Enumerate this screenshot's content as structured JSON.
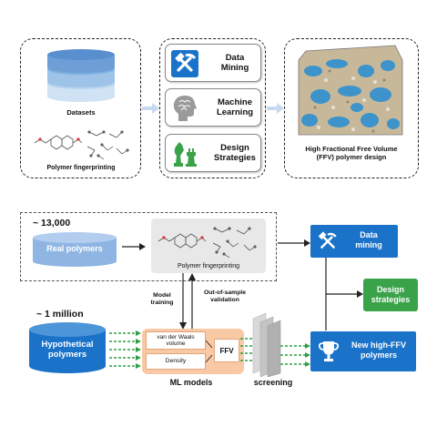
{
  "top": {
    "datasets_label": "Datasets",
    "fingerprint_label": "Polymer fingerprinting",
    "cards": [
      {
        "title_line1": "Data",
        "title_line2": "Mining",
        "icon": "hammer-pick-icon"
      },
      {
        "title_line1": "Machine",
        "title_line2": "Learning",
        "icon": "brain-head-icon"
      },
      {
        "title_line1": "Design",
        "title_line2": "Strategies",
        "icon": "chess-icon"
      }
    ],
    "ffv_label_line1": "High Fractional Free Volume",
    "ffv_label_line2": "(FFV) polymer design"
  },
  "bottom": {
    "real_count": "~ 13,000",
    "real_polymers": "Real polymers",
    "fingerprint_label": "Polymer fingerprinting",
    "hypo_count": "~ 1 million",
    "hypo_line1": "Hypothetical",
    "hypo_line2": "polymers",
    "model_training_line1": "Model",
    "model_training_line2": "training",
    "oos_line1": "Out-of-sample",
    "oos_line2": "validation",
    "vdw_line1": "van der Waals",
    "vdw_line2": "volume",
    "density": "Density",
    "ffv": "FFV",
    "ml_models": "ML models",
    "screening": "screening",
    "data_mining_line1": "Data",
    "data_mining_line2": "mining",
    "design_line1": "Design",
    "design_line2": "strategies",
    "new_line1": "New high-FFV",
    "new_line2": "polymers"
  },
  "colors": {
    "blue": "#1a73c9",
    "green": "#3aa34a",
    "orange": "#f5a66b",
    "light_blue": "#8fb6e3",
    "arrow_green": "#2f9e45"
  }
}
